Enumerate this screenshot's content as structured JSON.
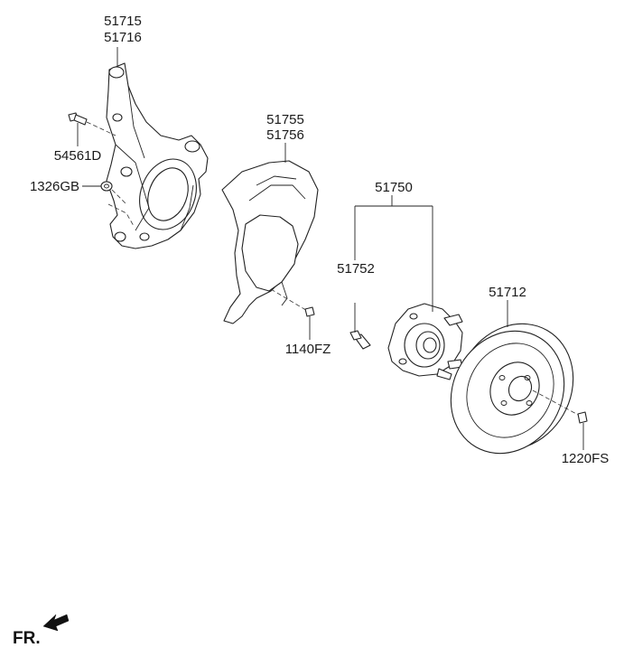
{
  "labels": {
    "knuckle_a": "51715",
    "knuckle_b": "51716",
    "bolt": "54561D",
    "nut": "1326GB",
    "dust_cover_a": "51755",
    "dust_cover_b": "51756",
    "screw": "1140FZ",
    "hub_assy": "51750",
    "hub_bolt": "51752",
    "disc": "51712",
    "disc_screw": "1220FS"
  },
  "direction": {
    "text": "FR.",
    "arrow_icon": "front-direction-arrow-icon"
  }
}
